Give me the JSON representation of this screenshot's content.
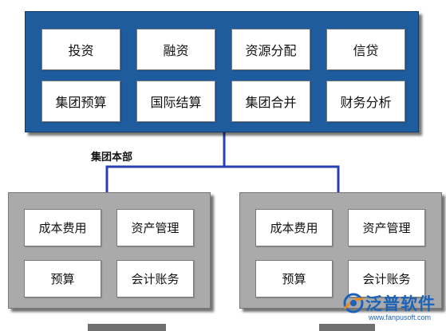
{
  "headquarters": {
    "label": "集团本部",
    "functions": [
      "投资",
      "融资",
      "资源分配",
      "信贷",
      "集团预算",
      "国际结算",
      "集团合并",
      "财务分析"
    ]
  },
  "subsidiaries": [
    {
      "functions": [
        "成本费用",
        "资产管理",
        "预算",
        "会计账务"
      ]
    },
    {
      "functions": [
        "成本费用",
        "资产管理",
        "预算",
        "会计账务"
      ]
    }
  ],
  "watermark": {
    "name": "泛普软件",
    "url": "www.fanpusoft.com"
  },
  "colors": {
    "headquarters_fill": "#1f5c9e",
    "subsidiary_fill": "#aaaaaa",
    "connector": "#2a3fb5",
    "watermark": "#1c62b8"
  }
}
